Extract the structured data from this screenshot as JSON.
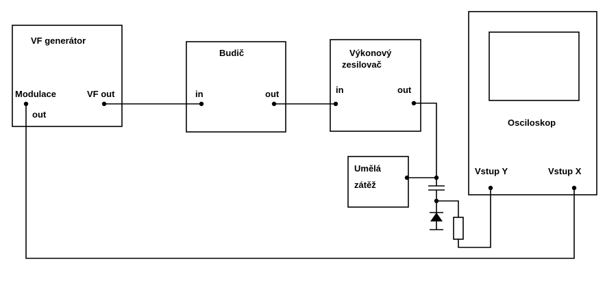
{
  "blocks": {
    "vf_generator": {
      "title": "VF generátor",
      "port_modulation_line1": "Modulace",
      "port_modulation_line2": "out",
      "port_vf_out": "VF out"
    },
    "budic": {
      "title": "Budič",
      "port_in": "in",
      "port_out": "out"
    },
    "amplifier": {
      "title_line1": "Výkonový",
      "title_line2": "zesilovač",
      "port_in": "in",
      "port_out": "out"
    },
    "dummy_load": {
      "title_line1": "Umělá",
      "title_line2": "zátěž"
    },
    "oscilloscope": {
      "title": "Osciloskop",
      "port_y": "Vstup Y",
      "port_x": "Vstup  X"
    }
  }
}
